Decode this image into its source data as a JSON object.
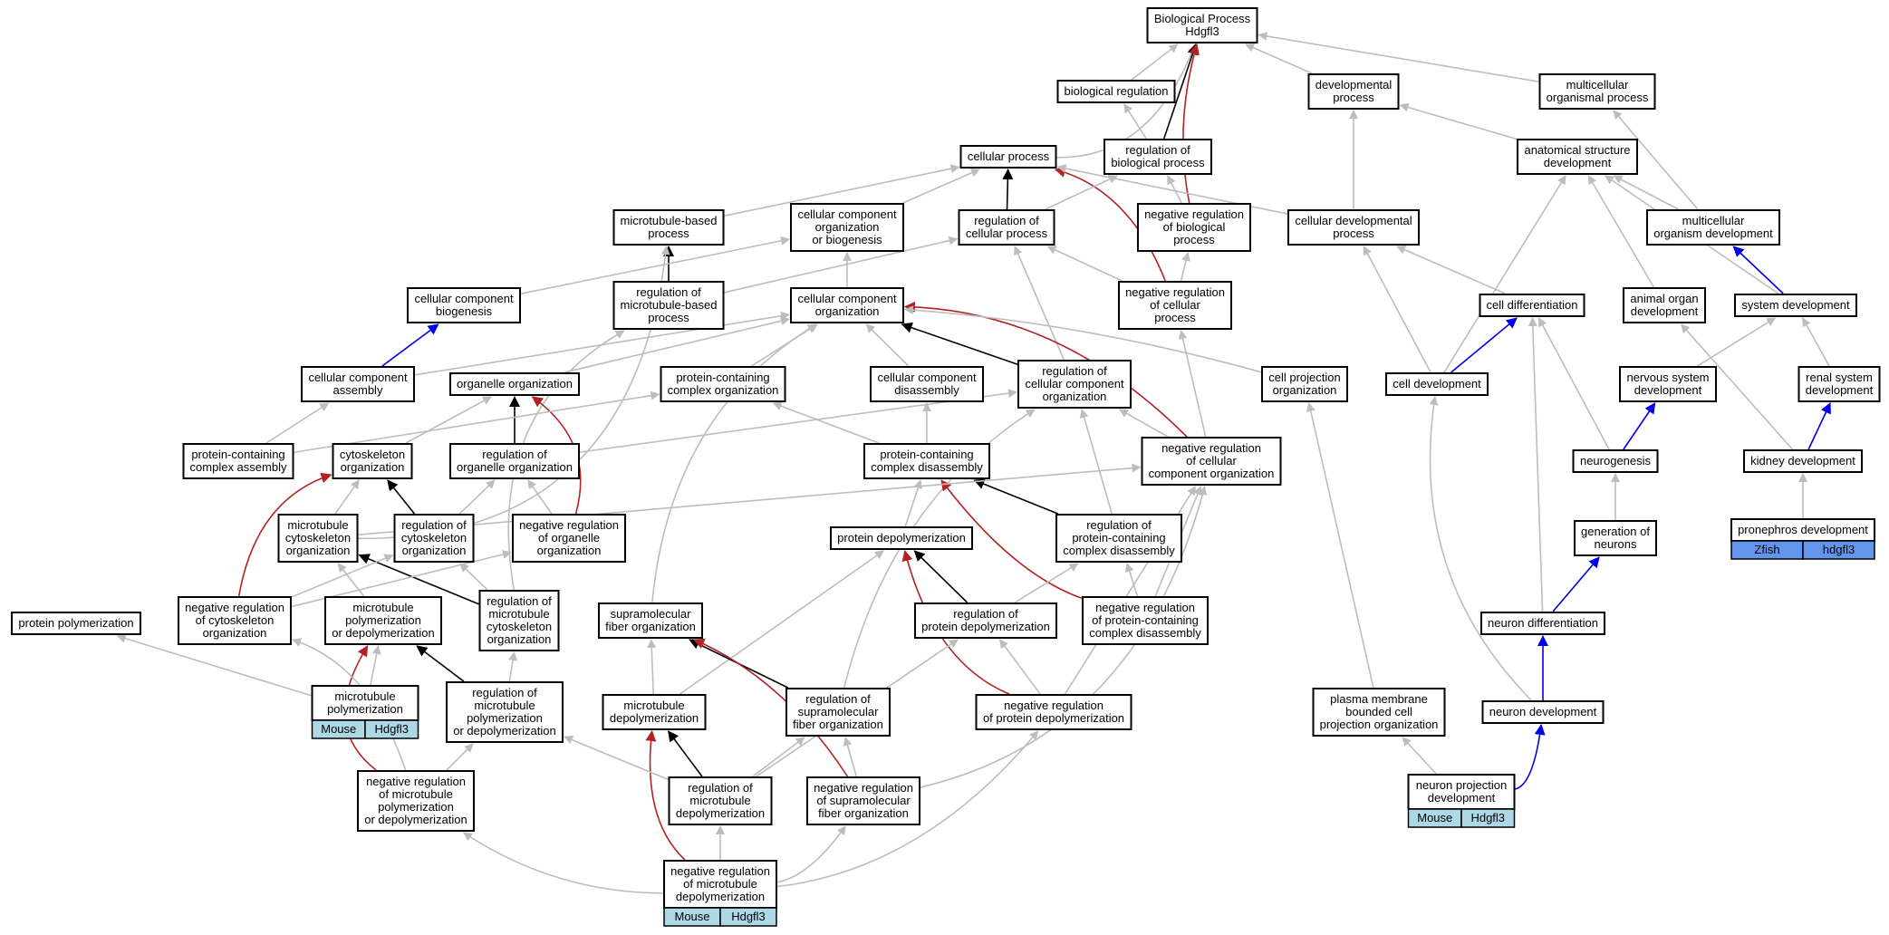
{
  "colors": {
    "gray": "#bdbdbd",
    "black": "#000000",
    "red": "#b22222",
    "blue": "#0000ee",
    "mouse_tag": "#add8e6",
    "zfish_tag": "#6495ed"
  },
  "nodes": [
    {
      "id": "bp",
      "lines": [
        "Biological Process",
        "Hdgfl3"
      ]
    },
    {
      "id": "bioreg",
      "lines": [
        "biological regulation"
      ]
    },
    {
      "id": "devproc",
      "lines": [
        "developmental",
        "process"
      ]
    },
    {
      "id": "multiorgproc",
      "lines": [
        "multicellular",
        "organismal process"
      ]
    },
    {
      "id": "cellproc",
      "lines": [
        "cellular process"
      ]
    },
    {
      "id": "regbio",
      "lines": [
        "regulation of",
        "biological process"
      ]
    },
    {
      "id": "anatdev",
      "lines": [
        "anatomical structure",
        "development"
      ]
    },
    {
      "id": "mtbased",
      "lines": [
        "microtubule-based",
        "process"
      ]
    },
    {
      "id": "ccorgbio",
      "lines": [
        "cellular component",
        "organization",
        "or biogenesis"
      ]
    },
    {
      "id": "regcell",
      "lines": [
        "regulation of",
        "cellular process"
      ]
    },
    {
      "id": "negregbio",
      "lines": [
        "negative regulation",
        "of biological",
        "process"
      ]
    },
    {
      "id": "celldevproc",
      "lines": [
        "cellular developmental",
        "process"
      ]
    },
    {
      "id": "multiorgdev",
      "lines": [
        "multicellular",
        "organism development"
      ]
    },
    {
      "id": "ccbiogen",
      "lines": [
        "cellular component",
        "biogenesis"
      ]
    },
    {
      "id": "regmtbased",
      "lines": [
        "regulation of",
        "microtubule-based",
        "process"
      ]
    },
    {
      "id": "ccorg",
      "lines": [
        "cellular component",
        "organization"
      ]
    },
    {
      "id": "negregcell",
      "lines": [
        "negative regulation",
        "of cellular",
        "process"
      ]
    },
    {
      "id": "celldiff",
      "lines": [
        "cell differentiation"
      ]
    },
    {
      "id": "animorgdev",
      "lines": [
        "animal organ",
        "development"
      ]
    },
    {
      "id": "sysdev",
      "lines": [
        "system development"
      ]
    },
    {
      "id": "ccassembly",
      "lines": [
        "cellular component",
        "assembly"
      ]
    },
    {
      "id": "organelleorg",
      "lines": [
        "organelle organization"
      ]
    },
    {
      "id": "pcorg",
      "lines": [
        "protein-containing",
        "complex organization"
      ]
    },
    {
      "id": "ccdisasm",
      "lines": [
        "cellular component",
        "disassembly"
      ]
    },
    {
      "id": "regccorg",
      "lines": [
        "regulation of",
        "cellular component",
        "organization"
      ]
    },
    {
      "id": "cellprojorg",
      "lines": [
        "cell projection",
        "organization"
      ]
    },
    {
      "id": "celldev",
      "lines": [
        "cell development"
      ]
    },
    {
      "id": "nervdev",
      "lines": [
        "nervous system",
        "development"
      ]
    },
    {
      "id": "renaldev",
      "lines": [
        "renal system",
        "development"
      ]
    },
    {
      "id": "pcassembly",
      "lines": [
        "protein-containing",
        "complex assembly"
      ]
    },
    {
      "id": "cytoorg",
      "lines": [
        "cytoskeleton",
        "organization"
      ]
    },
    {
      "id": "regorgorg",
      "lines": [
        "regulation of",
        "organelle organization"
      ]
    },
    {
      "id": "pcdisasm",
      "lines": [
        "protein-containing",
        "complex disassembly"
      ]
    },
    {
      "id": "negregccorg",
      "lines": [
        "negative regulation",
        "of cellular",
        "component organization"
      ]
    },
    {
      "id": "neurogen",
      "lines": [
        "neurogenesis"
      ]
    },
    {
      "id": "kidneydev",
      "lines": [
        "kidney development"
      ]
    },
    {
      "id": "mtcytoorg",
      "lines": [
        "microtubule",
        "cytoskeleton",
        "organization"
      ]
    },
    {
      "id": "regcytoorg",
      "lines": [
        "regulation of",
        "cytoskeleton",
        "organization"
      ]
    },
    {
      "id": "negregorgorg",
      "lines": [
        "negative regulation",
        "of organelle",
        "organization"
      ]
    },
    {
      "id": "protdepol",
      "lines": [
        "protein depolymerization"
      ]
    },
    {
      "id": "regpcdisasm",
      "lines": [
        "regulation of",
        "protein-containing",
        "complex disassembly"
      ]
    },
    {
      "id": "genneur",
      "lines": [
        "generation of",
        "neurons"
      ]
    },
    {
      "id": "pronephdev",
      "lines": [
        "pronephros development"
      ],
      "tag": [
        "Zfish",
        "hdgfl3"
      ],
      "tagColor": "zfish"
    },
    {
      "id": "protpoly",
      "lines": [
        "protein polymerization"
      ]
    },
    {
      "id": "negregcytoorg",
      "lines": [
        "negative regulation",
        "of cytoskeleton",
        "organization"
      ]
    },
    {
      "id": "mtpolydepol",
      "lines": [
        "microtubule",
        "polymerization",
        "or depolymerization"
      ]
    },
    {
      "id": "regmtcytoorg",
      "lines": [
        "regulation of",
        "microtubule",
        "cytoskeleton",
        "organization"
      ]
    },
    {
      "id": "supfiberorg",
      "lines": [
        "supramolecular",
        "fiber organization"
      ]
    },
    {
      "id": "regprotdepol",
      "lines": [
        "regulation of",
        "protein depolymerization"
      ]
    },
    {
      "id": "negregpcdisasm",
      "lines": [
        "negative regulation",
        "of protein-containing",
        "complex disassembly"
      ]
    },
    {
      "id": "neurdiff",
      "lines": [
        "neuron differentiation"
      ]
    },
    {
      "id": "mtpoly",
      "lines": [
        "microtubule",
        "polymerization"
      ],
      "tag": [
        "Mouse",
        "Hdgfl3"
      ],
      "tagColor": "mouse"
    },
    {
      "id": "regmtpolydepol",
      "lines": [
        "regulation of",
        "microtubule",
        "polymerization",
        "or depolymerization"
      ]
    },
    {
      "id": "mtdepol",
      "lines": [
        "microtubule",
        "depolymerization"
      ]
    },
    {
      "id": "regsupfiber",
      "lines": [
        "regulation of",
        "supramolecular",
        "fiber organization"
      ]
    },
    {
      "id": "negregprotdepol",
      "lines": [
        "negative regulation",
        "of protein depolymerization"
      ]
    },
    {
      "id": "pmbcellproj",
      "lines": [
        "plasma membrane",
        "bounded cell",
        "projection organization"
      ]
    },
    {
      "id": "neurdev",
      "lines": [
        "neuron development"
      ]
    },
    {
      "id": "negregmtpolydepol",
      "lines": [
        "negative regulation",
        "of microtubule",
        "polymerization",
        "or depolymerization"
      ]
    },
    {
      "id": "regmtdepol",
      "lines": [
        "regulation of",
        "microtubule",
        "depolymerization"
      ]
    },
    {
      "id": "negregsupfiber",
      "lines": [
        "negative regulation",
        "of supramolecular",
        "fiber organization"
      ]
    },
    {
      "id": "neurprojdev",
      "lines": [
        "neuron projection",
        "development"
      ],
      "tag": [
        "Mouse",
        "Hdgfl3"
      ],
      "tagColor": "mouse"
    },
    {
      "id": "negregmtdepol",
      "lines": [
        "negative regulation",
        "of microtubule",
        "depolymerization"
      ],
      "tag": [
        "Mouse",
        "Hdgfl3"
      ],
      "tagColor": "mouse"
    }
  ],
  "edges": [
    {
      "from": "bioreg",
      "to": "bp",
      "color": "gray"
    },
    {
      "from": "devproc",
      "to": "bp",
      "color": "gray"
    },
    {
      "from": "multiorgproc",
      "to": "bp",
      "color": "gray"
    },
    {
      "from": "cellproc",
      "to": "bp",
      "color": "gray"
    },
    {
      "from": "regbio",
      "to": "bp",
      "color": "black"
    },
    {
      "from": "negregbio",
      "to": "bp",
      "color": "red"
    },
    {
      "from": "regbio",
      "to": "bioreg",
      "color": "gray"
    },
    {
      "from": "anatdev",
      "to": "devproc",
      "color": "gray"
    },
    {
      "from": "celldevproc",
      "to": "devproc",
      "color": "gray"
    },
    {
      "from": "multiorgdev",
      "to": "multiorgproc",
      "color": "gray"
    },
    {
      "from": "regcell",
      "to": "cellproc",
      "color": "black"
    },
    {
      "from": "negregcell",
      "to": "cellproc",
      "color": "red"
    },
    {
      "from": "mtbased",
      "to": "cellproc",
      "color": "gray"
    },
    {
      "from": "ccorgbio",
      "to": "cellproc",
      "color": "gray"
    },
    {
      "from": "celldevproc",
      "to": "cellproc",
      "color": "gray"
    },
    {
      "from": "negregbio",
      "to": "regbio",
      "color": "gray"
    },
    {
      "from": "regcell",
      "to": "regbio",
      "color": "gray"
    },
    {
      "from": "celldev",
      "to": "anatdev",
      "color": "gray"
    },
    {
      "from": "animorgdev",
      "to": "anatdev",
      "color": "gray"
    },
    {
      "from": "multiorgdev",
      "to": "anatdev",
      "color": "gray"
    },
    {
      "from": "sysdev",
      "to": "anatdev",
      "color": "gray"
    },
    {
      "from": "regmtbased",
      "to": "mtbased",
      "color": "black"
    },
    {
      "from": "ccbiogen",
      "to": "ccorgbio",
      "color": "gray"
    },
    {
      "from": "ccorg",
      "to": "ccorgbio",
      "color": "gray"
    },
    {
      "from": "negregcell",
      "to": "regcell",
      "color": "gray"
    },
    {
      "from": "regmtbased",
      "to": "regcell",
      "color": "gray"
    },
    {
      "from": "regccorg",
      "to": "regcell",
      "color": "gray"
    },
    {
      "from": "negregcell",
      "to": "negregbio",
      "color": "gray"
    },
    {
      "from": "celldiff",
      "to": "celldevproc",
      "color": "gray"
    },
    {
      "from": "celldev",
      "to": "celldevproc",
      "color": "gray"
    },
    {
      "from": "sysdev",
      "to": "multiorgdev",
      "color": "blue"
    },
    {
      "from": "ccassembly",
      "to": "ccbiogen",
      "color": "blue"
    },
    {
      "from": "mtcytoorg",
      "to": "mtbased",
      "color": "gray"
    },
    {
      "from": "regmtcytoorg",
      "to": "regmtbased",
      "color": "gray"
    },
    {
      "from": "regccorg",
      "to": "ccorg",
      "color": "black"
    },
    {
      "from": "negregccorg",
      "to": "ccorg",
      "color": "red"
    },
    {
      "from": "ccassembly",
      "to": "ccorg",
      "color": "gray"
    },
    {
      "from": "organelleorg",
      "to": "ccorg",
      "color": "gray"
    },
    {
      "from": "pcorg",
      "to": "ccorg",
      "color": "gray"
    },
    {
      "from": "ccdisasm",
      "to": "ccorg",
      "color": "gray"
    },
    {
      "from": "cellprojorg",
      "to": "ccorg",
      "color": "gray"
    },
    {
      "from": "supfiberorg",
      "to": "ccorg",
      "color": "gray"
    },
    {
      "from": "negregccorg",
      "to": "negregcell",
      "color": "gray"
    },
    {
      "from": "celldev",
      "to": "celldiff",
      "color": "blue"
    },
    {
      "from": "neurogen",
      "to": "celldiff",
      "color": "gray"
    },
    {
      "from": "neurdiff",
      "to": "celldiff",
      "color": "gray"
    },
    {
      "from": "kidneydev",
      "to": "animorgdev",
      "color": "gray"
    },
    {
      "from": "nervdev",
      "to": "sysdev",
      "color": "gray"
    },
    {
      "from": "renaldev",
      "to": "sysdev",
      "color": "gray"
    },
    {
      "from": "pcassembly",
      "to": "ccassembly",
      "color": "gray"
    },
    {
      "from": "regorgorg",
      "to": "organelleorg",
      "color": "black"
    },
    {
      "from": "negregorgorg",
      "to": "organelleorg",
      "color": "red"
    },
    {
      "from": "cytoorg",
      "to": "organelleorg",
      "color": "gray"
    },
    {
      "from": "pcassembly",
      "to": "pcorg",
      "color": "gray"
    },
    {
      "from": "pcdisasm",
      "to": "pcorg",
      "color": "gray"
    },
    {
      "from": "pcdisasm",
      "to": "ccdisasm",
      "color": "gray"
    },
    {
      "from": "negregccorg",
      "to": "regccorg",
      "color": "gray"
    },
    {
      "from": "regorgorg",
      "to": "regccorg",
      "color": "gray"
    },
    {
      "from": "regpcdisasm",
      "to": "regccorg",
      "color": "gray"
    },
    {
      "from": "regsupfiber",
      "to": "regccorg",
      "color": "gray"
    },
    {
      "from": "pmbcellproj",
      "to": "cellprojorg",
      "color": "gray"
    },
    {
      "from": "neurdev",
      "to": "celldev",
      "color": "gray"
    },
    {
      "from": "neurogen",
      "to": "nervdev",
      "color": "blue"
    },
    {
      "from": "kidneydev",
      "to": "renaldev",
      "color": "blue"
    },
    {
      "from": "regcytoorg",
      "to": "cytoorg",
      "color": "black"
    },
    {
      "from": "negregcytoorg",
      "to": "cytoorg",
      "color": "red"
    },
    {
      "from": "mtcytoorg",
      "to": "cytoorg",
      "color": "gray"
    },
    {
      "from": "regcytoorg",
      "to": "regorgorg",
      "color": "gray"
    },
    {
      "from": "negregorgorg",
      "to": "regorgorg",
      "color": "gray"
    },
    {
      "from": "regpcdisasm",
      "to": "pcdisasm",
      "color": "black"
    },
    {
      "from": "negregpcdisasm",
      "to": "pcdisasm",
      "color": "red"
    },
    {
      "from": "protdepol",
      "to": "pcdisasm",
      "color": "gray"
    },
    {
      "from": "mtcytoorg",
      "to": "negregccorg",
      "color": "gray"
    },
    {
      "from": "negregpcdisasm",
      "to": "negregccorg",
      "color": "gray"
    },
    {
      "from": "negregprotdepol",
      "to": "negregccorg",
      "color": "gray"
    },
    {
      "from": "genneur",
      "to": "neurogen",
      "color": "gray"
    },
    {
      "from": "pronephdev",
      "to": "kidneydev",
      "color": "gray"
    },
    {
      "from": "regmtcytoorg",
      "to": "mtcytoorg",
      "color": "black"
    },
    {
      "from": "mtpolydepol",
      "to": "mtcytoorg",
      "color": "gray"
    },
    {
      "from": "negregcytoorg",
      "to": "regcytoorg",
      "color": "gray"
    },
    {
      "from": "regmtcytoorg",
      "to": "regcytoorg",
      "color": "gray"
    },
    {
      "from": "negregcytoorg",
      "to": "negregorgorg",
      "color": "gray"
    },
    {
      "from": "regprotdepol",
      "to": "protdepol",
      "color": "black"
    },
    {
      "from": "negregprotdepol",
      "to": "protdepol",
      "color": "red"
    },
    {
      "from": "mtdepol",
      "to": "protdepol",
      "color": "gray"
    },
    {
      "from": "negregpcdisasm",
      "to": "regpcdisasm",
      "color": "gray"
    },
    {
      "from": "regprotdepol",
      "to": "regpcdisasm",
      "color": "gray"
    },
    {
      "from": "neurdiff",
      "to": "genneur",
      "color": "blue"
    },
    {
      "from": "mtpoly",
      "to": "protpoly",
      "color": "gray"
    },
    {
      "from": "regmtpolydepol",
      "to": "mtpolydepol",
      "color": "black"
    },
    {
      "from": "negregmtpolydepol",
      "to": "mtpolydepol",
      "color": "red"
    },
    {
      "from": "mtpoly",
      "to": "mtpolydepol",
      "color": "gray"
    },
    {
      "from": "regmtpolydepol",
      "to": "regmtcytoorg",
      "color": "gray"
    },
    {
      "from": "regsupfiber",
      "to": "supfiberorg",
      "color": "black"
    },
    {
      "from": "negregsupfiber",
      "to": "supfiberorg",
      "color": "red"
    },
    {
      "from": "mtdepol",
      "to": "supfiberorg",
      "color": "gray"
    },
    {
      "from": "negregprotdepol",
      "to": "regprotdepol",
      "color": "gray"
    },
    {
      "from": "regmtdepol",
      "to": "regprotdepol",
      "color": "gray"
    },
    {
      "from": "neurdev",
      "to": "neurdiff",
      "color": "blue"
    },
    {
      "from": "regmtdepol",
      "to": "mtdepol",
      "color": "black"
    },
    {
      "from": "negregmtdepol",
      "to": "mtdepol",
      "color": "red"
    },
    {
      "from": "regmtdepol",
      "to": "regsupfiber",
      "color": "gray"
    },
    {
      "from": "negregsupfiber",
      "to": "regsupfiber",
      "color": "gray"
    },
    {
      "from": "negregmtdepol",
      "to": "negregprotdepol",
      "color": "gray"
    },
    {
      "from": "neurprojdev",
      "to": "pmbcellproj",
      "color": "gray"
    },
    {
      "from": "neurprojdev",
      "to": "neurdev",
      "color": "blue"
    },
    {
      "from": "negregmtpolydepol",
      "to": "regmtpolydepol",
      "color": "gray"
    },
    {
      "from": "regmtdepol",
      "to": "regmtpolydepol",
      "color": "gray"
    },
    {
      "from": "negregmtdepol",
      "to": "regmtdepol",
      "color": "gray"
    },
    {
      "from": "negregmtdepol",
      "to": "negregsupfiber",
      "color": "gray"
    },
    {
      "from": "negregmtdepol",
      "to": "negregmtpolydepol",
      "color": "gray"
    },
    {
      "from": "negregmtpolydepol",
      "to": "negregcytoorg",
      "color": "gray"
    },
    {
      "from": "negregsupfiber",
      "to": "negregccorg",
      "color": "gray"
    }
  ]
}
